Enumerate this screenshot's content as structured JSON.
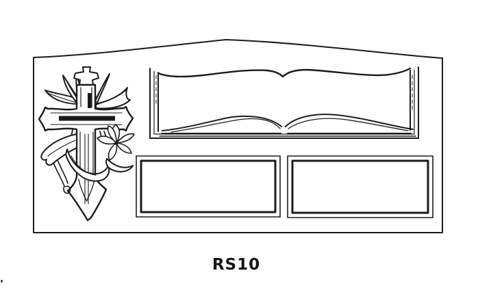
{
  "colors": {
    "background": "#ffffff",
    "ink": "#1b1b1b"
  },
  "caption": {
    "label": "RS10"
  },
  "drawing": {
    "kind": "headstone-line-drawing",
    "icons": [
      "headstone-serpentine-outline",
      "cross-with-lilies-icon",
      "open-book-icon",
      "inscription-panel-left",
      "inscription-panel-right"
    ]
  }
}
